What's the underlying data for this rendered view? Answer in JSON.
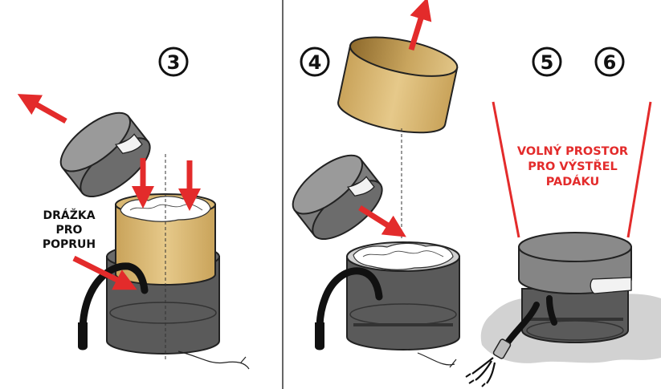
{
  "steps": {
    "step3": "3",
    "step4": "4",
    "step5": "5",
    "step6": "6"
  },
  "labels": {
    "groove": [
      "DRÁŽKA",
      "PRO",
      "POPRUH"
    ],
    "free_space": [
      "VOLNÝ PROSTOR",
      "PRO VÝSTŘEL",
      "PADÁKU"
    ]
  },
  "colors": {
    "arrow": "#e32b2b",
    "lid": "#8a8a8a",
    "container": "#585858",
    "inner_tube": "#d6b56f",
    "ground": "#d2d2d2"
  }
}
